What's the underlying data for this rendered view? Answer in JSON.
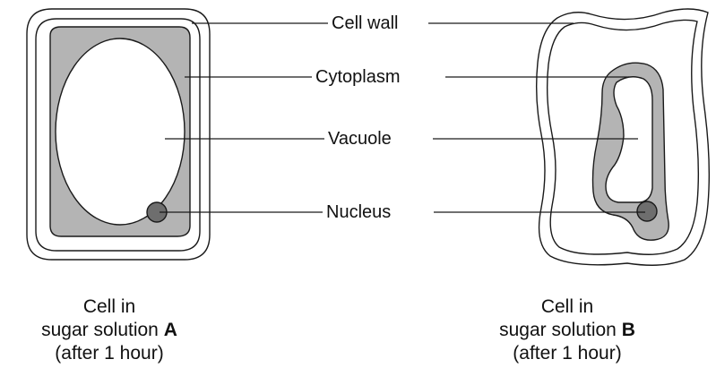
{
  "labels": {
    "cell_wall": "Cell wall",
    "cytoplasm": "Cytoplasm",
    "vacuole": "Vacuole",
    "nucleus": "Nucleus"
  },
  "captions": {
    "a": {
      "line1": "Cell in",
      "line2_prefix": "sugar solution ",
      "line2_letter": "A",
      "line3": "(after 1 hour)"
    },
    "b": {
      "line1": "Cell in",
      "line2_prefix": "sugar solution ",
      "line2_letter": "B",
      "line3": "(after 1 hour)"
    }
  },
  "colors": {
    "outline": "#1a1a1a",
    "cytoplasm": "#b4b4b4",
    "nucleus": "#6e6e6e",
    "background": "#ffffff"
  }
}
